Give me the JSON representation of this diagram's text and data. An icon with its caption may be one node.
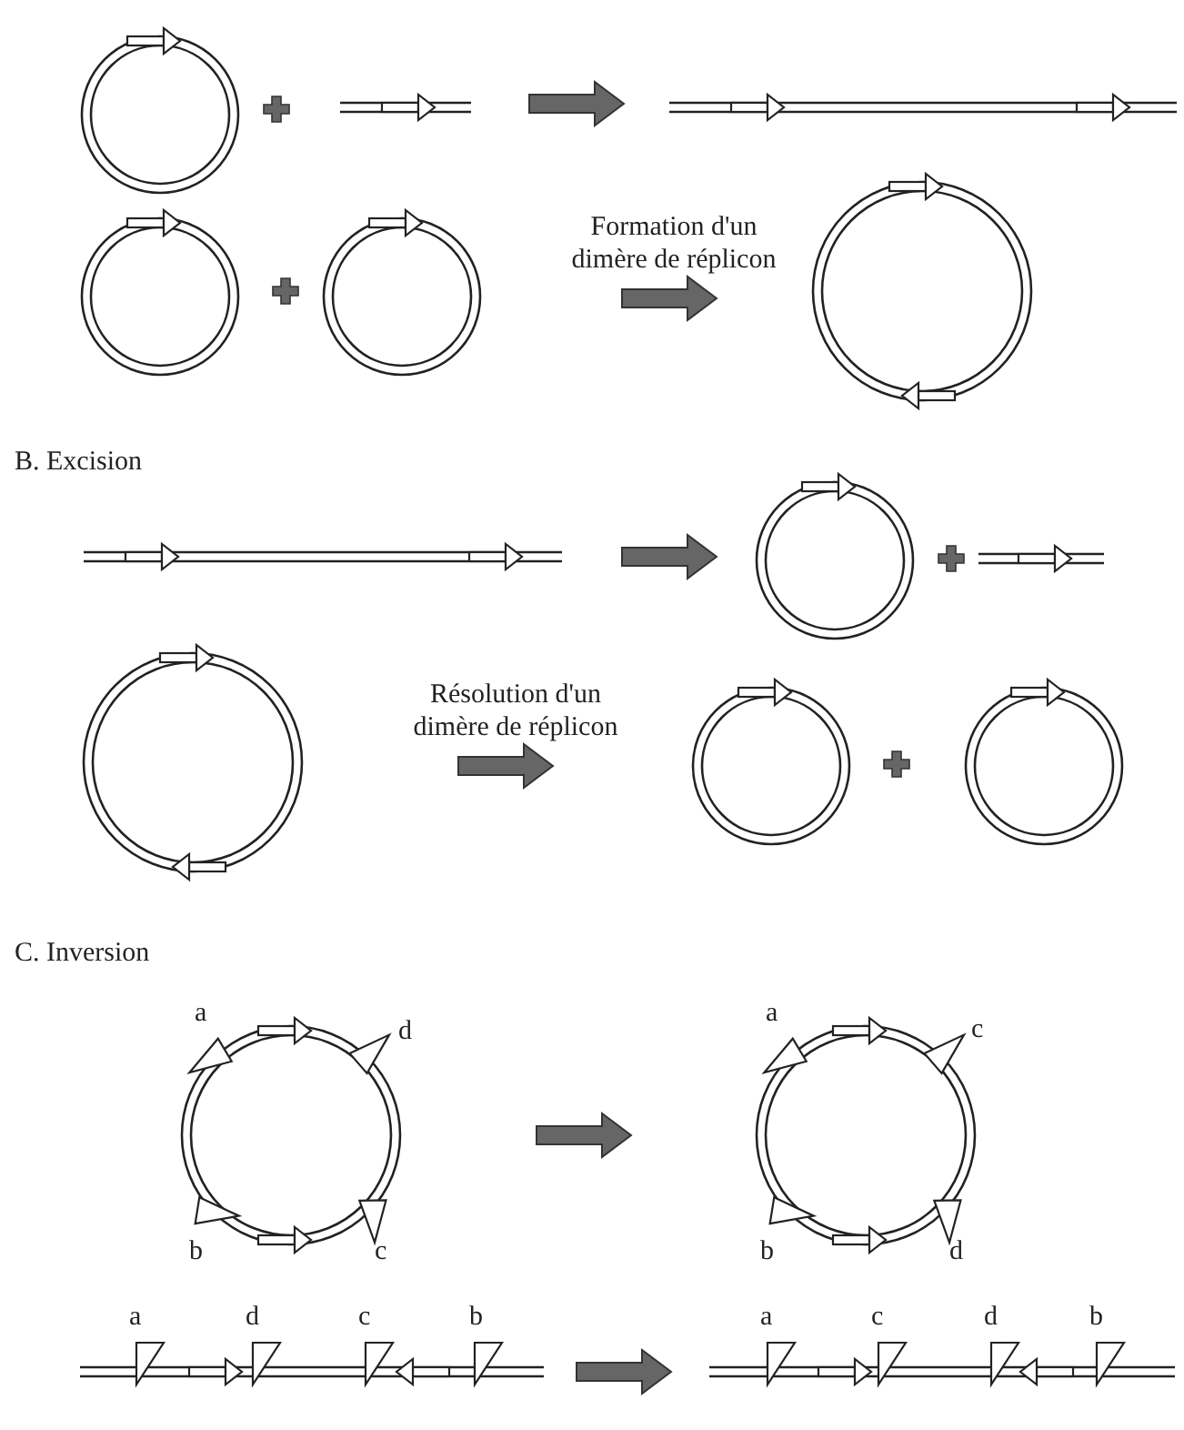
{
  "diagram": {
    "labels": [
      "Formation d'un dimère de réplicon",
      "B. Excision",
      "Résolution d'un dimère de réplicon",
      "C. Inversion",
      "a",
      "d",
      "b",
      "c",
      "a",
      "c",
      "b",
      "d",
      "a",
      "d",
      "c",
      "b",
      "a",
      "c",
      "d",
      "b"
    ]
  }
}
